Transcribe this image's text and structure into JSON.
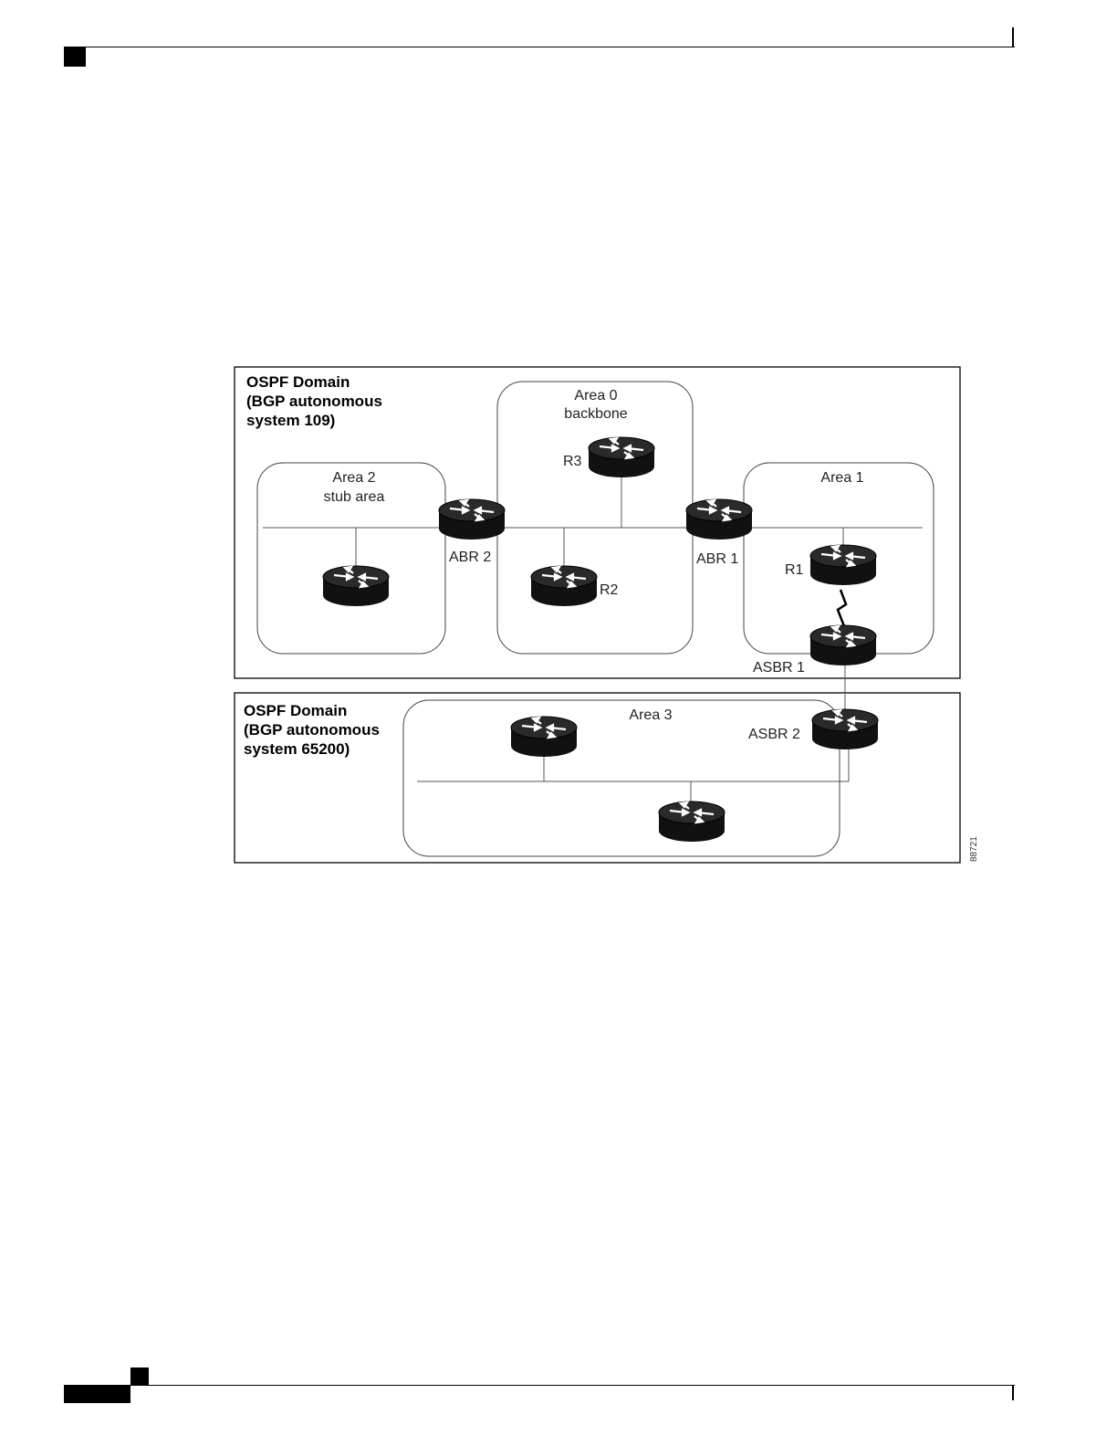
{
  "domains": {
    "upper": {
      "lines": [
        "OSPF Domain",
        "(BGP autonomous",
        "system 109)"
      ]
    },
    "lower": {
      "lines": [
        "OSPF Domain",
        "(BGP autonomous",
        "system 65200)"
      ]
    }
  },
  "areas": {
    "area0": {
      "lines": [
        "Area 0",
        "backbone"
      ]
    },
    "area1": {
      "lines": [
        "Area 1"
      ]
    },
    "area2": {
      "lines": [
        "Area 2",
        "stub area"
      ]
    },
    "area3": {
      "lines": [
        "Area 3"
      ]
    }
  },
  "routers": {
    "abr2": "ABR 2",
    "abr1": "ABR 1",
    "r3": "R3",
    "r2": "R2",
    "r1": "R1",
    "asbr1": "ASBR 1",
    "asbr2": "ASBR 2"
  },
  "figure_id": "88721"
}
